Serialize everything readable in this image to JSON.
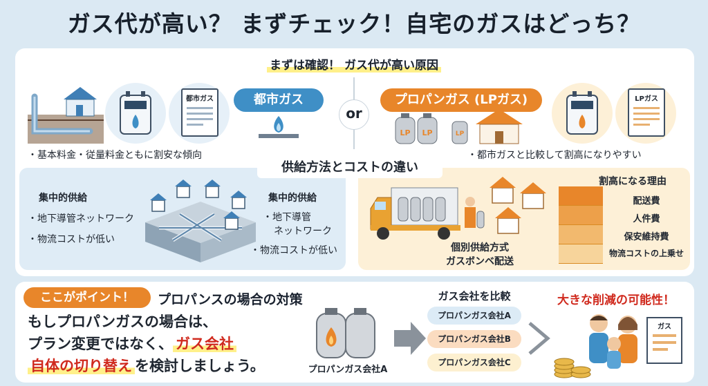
{
  "title": "ガス代が高い？ まずチェック！自宅のガスはどっち？",
  "top": {
    "heading": "まずは確認！ ガス代が高い原因",
    "city_gas_label": "都市ガス",
    "or_label": "or",
    "propane_label": "プロパンガス (LPガス)",
    "city_doc_label": "都市ガス",
    "lp_doc_label": "LPガス",
    "cylinder_mark": "LP",
    "city_note": "・基本料金・従量料金ともに割安な傾向",
    "propane_note": "・都市ガスと比較して割高になりやすい"
  },
  "supply": {
    "heading": "供給方法とコストの違い",
    "left_col": [
      "集中的供給",
      "・地下導管ネットワーク",
      "・物流コストが低い"
    ],
    "right_col": [
      "集中的供給",
      "・地下導管",
      "ネットワーク",
      "・物流コストが低い"
    ],
    "delivery_caption": [
      "個別供給方式",
      "ガスボンベ配送"
    ],
    "reasons_title": "割高になる理由",
    "reasons": [
      "配送費",
      "人件費",
      "保安維持費",
      "物流コストの上乗せ"
    ]
  },
  "bottom": {
    "point_badge": "ここがポイント！",
    "point_title": "プロパンスの場合の対策",
    "line1": "もしプロパンガスの場合は、",
    "line2_a": "プラン変更ではなく、",
    "line2_b": "ガス会社",
    "line3_a": "自体の切り替え",
    "line3_b": "を検討しましょう。",
    "cylinder_caption": "プロパンガス会社A",
    "compare_title": "ガス会社を比較",
    "companies": [
      "プロパンガス会社A",
      "プロパンガス会社B",
      "プロパンガス会社C"
    ],
    "result_title": "大きな削減の可能性！",
    "doc_label": "ガス"
  },
  "colors": {
    "city_blue": "#3f8fc6",
    "propane_orange": "#e8862a",
    "alert_red": "#d02a1e"
  }
}
